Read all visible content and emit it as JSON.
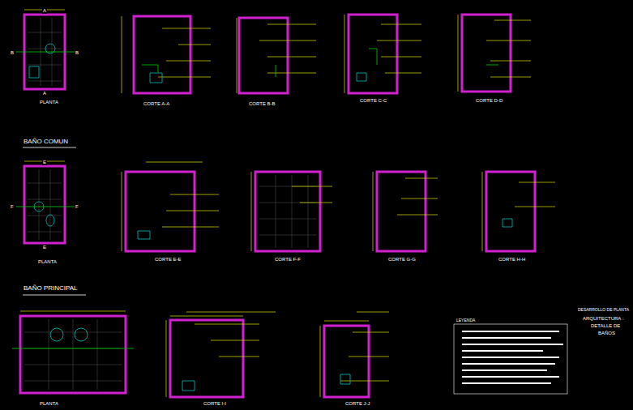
{
  "diagram": {
    "labels": [
      "PLANTA",
      "CORTE A-A",
      "CORTE B-B",
      "CORTE C-C",
      "CORTE D-D",
      "BAÑO COMUN",
      "PLANTA",
      "CORTE E-E",
      "CORTE F-F",
      "CORTE G-G",
      "CORTE H-H",
      "BAÑO PRINCIPAL",
      "PLANTA",
      "CORTE I-I",
      "CORTE J-J",
      "LEYENDA",
      "DESARROLLO DE PLANTA",
      "ARQUITECTURA :",
      "DETALLE DE",
      "BAÑOS",
      "A",
      "A",
      "B",
      "B",
      "E",
      "E",
      "F",
      "F"
    ]
  }
}
